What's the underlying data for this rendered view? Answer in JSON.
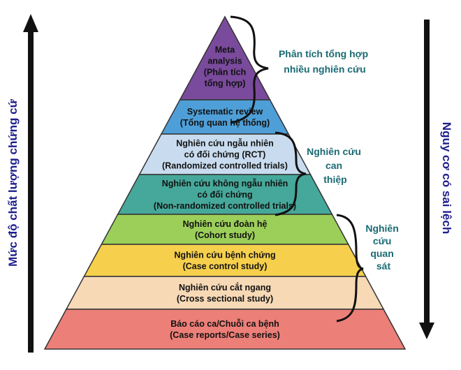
{
  "levels": [
    {
      "lines": [
        "Meta",
        "analysis",
        "(Phân tích",
        "tổng hợp)"
      ],
      "color": "#7a4a9c"
    },
    {
      "lines": [
        "Systematic review",
        "(Tổng quan hệ thống)"
      ],
      "color": "#4e9fd8"
    },
    {
      "lines": [
        "Nghiên cứu ngẫu nhiên",
        "có đối chứng (RCT)",
        "(Randomized controlled trials)"
      ],
      "color": "#c9dcef"
    },
    {
      "lines": [
        "Nghiên cứu không ngẫu nhiên",
        "có đối chứng",
        "(Non-randomized controlled trials)"
      ],
      "color": "#46a89a"
    },
    {
      "lines": [
        "Nghiên cứu đoàn hệ",
        "(Cohort study)"
      ],
      "color": "#9ccf5a"
    },
    {
      "lines": [
        "Nghiên cứu bệnh chứng",
        "(Case control study)"
      ],
      "color": "#f6cf4c"
    },
    {
      "lines": [
        "Nghiên cứu cắt ngang",
        "(Cross sectional study)"
      ],
      "color": "#f7d9b6"
    },
    {
      "lines": [
        "Báo cáo ca/Chuỗi ca bệnh",
        "(Case reports/Case series)"
      ],
      "color": "#ec7f78"
    }
  ],
  "groups": [
    {
      "lines": [
        "Phân tích tổng hợp",
        "nhiều nghiên cứu"
      ]
    },
    {
      "lines": [
        "Nghiên cứu",
        "can",
        "thiệp"
      ]
    },
    {
      "lines": [
        "Nghiên",
        "cứu",
        "quan",
        "sát"
      ]
    }
  ],
  "left_axis": {
    "label": "Mức độ chất lượng chứng cứ",
    "color": "#1e1e8c"
  },
  "right_axis": {
    "label": "Nguy cơ có sai lệch",
    "color": "#1e1e8c"
  },
  "colors": {
    "group_text": "#1a6a73",
    "outline": "#333333",
    "arrow": "#111111"
  }
}
